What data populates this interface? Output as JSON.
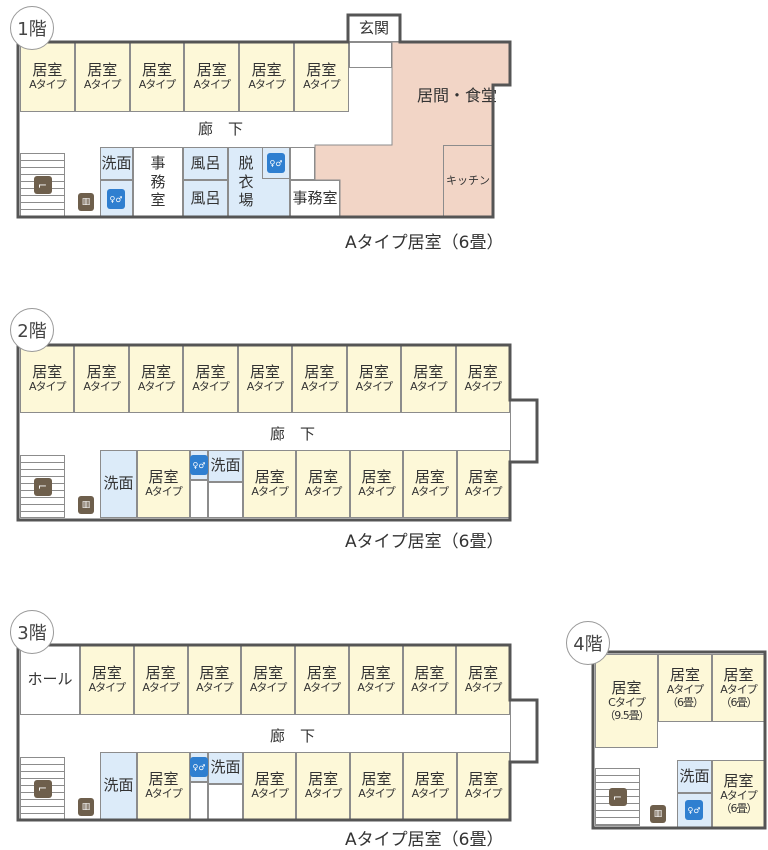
{
  "colors": {
    "room": "#fdf8d8",
    "water": "#dcebf9",
    "living": "#f2d5c6",
    "wall": "#555555",
    "toilet_icon": "#2f7fd0",
    "stairs_icon": "#6e5f4c"
  },
  "icons": {
    "stairs": "stairs-icon",
    "elevator": "elevator-icon",
    "toilet": "toilet-icon"
  },
  "floors": [
    {
      "label": "1階",
      "caption": "Aタイプ居室（6畳）",
      "corridor": "廊　下",
      "cells": [
        {
          "lines": [
            "居室",
            "Aタイプ"
          ]
        },
        {
          "lines": [
            "居室",
            "Aタイプ"
          ]
        },
        {
          "lines": [
            "居室",
            "Aタイプ"
          ]
        },
        {
          "lines": [
            "居室",
            "Aタイプ"
          ]
        },
        {
          "lines": [
            "居室",
            "Aタイプ"
          ]
        },
        {
          "lines": [
            "居室",
            "Aタイプ"
          ]
        },
        {
          "lines": [
            "玄関"
          ]
        },
        {
          "lines": [
            "キッチン"
          ]
        },
        {
          "lines": [
            "洗面"
          ]
        },
        {
          "lines": [
            "事",
            "務",
            "室"
          ]
        },
        {
          "lines": [
            "風呂"
          ]
        },
        {
          "lines": [
            "風呂"
          ]
        },
        {
          "lines": [
            "脱",
            "衣",
            "場"
          ]
        },
        {
          "lines": [
            "事務室"
          ]
        }
      ],
      "living": "居間・食堂"
    },
    {
      "label": "2階",
      "caption": "Aタイプ居室（6畳）",
      "corridor": "廊　下",
      "cells": [
        {
          "lines": [
            "居室",
            "Aタイプ"
          ]
        },
        {
          "lines": [
            "居室",
            "Aタイプ"
          ]
        },
        {
          "lines": [
            "居室",
            "Aタイプ"
          ]
        },
        {
          "lines": [
            "居室",
            "Aタイプ"
          ]
        },
        {
          "lines": [
            "居室",
            "Aタイプ"
          ]
        },
        {
          "lines": [
            "居室",
            "Aタイプ"
          ]
        },
        {
          "lines": [
            "居室",
            "Aタイプ"
          ]
        },
        {
          "lines": [
            "居室",
            "Aタイプ"
          ]
        },
        {
          "lines": [
            "居室",
            "Aタイプ"
          ]
        },
        {
          "lines": [
            "洗面"
          ]
        },
        {
          "lines": [
            "居室",
            "Aタイプ"
          ]
        },
        {
          "lines": [
            "洗面"
          ]
        },
        {
          "lines": [
            "居室",
            "Aタイプ"
          ]
        },
        {
          "lines": [
            "居室",
            "Aタイプ"
          ]
        },
        {
          "lines": [
            "居室",
            "Aタイプ"
          ]
        },
        {
          "lines": [
            "居室",
            "Aタイプ"
          ]
        },
        {
          "lines": [
            "居室",
            "Aタイプ"
          ]
        }
      ]
    },
    {
      "label": "3階",
      "caption": "Aタイプ居室（6畳）",
      "corridor": "廊　下",
      "cells": [
        {
          "lines": [
            "ホール"
          ]
        },
        {
          "lines": [
            "居室",
            "Aタイプ"
          ]
        },
        {
          "lines": [
            "居室",
            "Aタイプ"
          ]
        },
        {
          "lines": [
            "居室",
            "Aタイプ"
          ]
        },
        {
          "lines": [
            "居室",
            "Aタイプ"
          ]
        },
        {
          "lines": [
            "居室",
            "Aタイプ"
          ]
        },
        {
          "lines": [
            "居室",
            "Aタイプ"
          ]
        },
        {
          "lines": [
            "居室",
            "Aタイプ"
          ]
        },
        {
          "lines": [
            "居室",
            "Aタイプ"
          ]
        },
        {
          "lines": [
            "洗面"
          ]
        },
        {
          "lines": [
            "居室",
            "Aタイプ"
          ]
        },
        {
          "lines": [
            "洗面"
          ]
        },
        {
          "lines": [
            "居室",
            "Aタイプ"
          ]
        },
        {
          "lines": [
            "居室",
            "Aタイプ"
          ]
        },
        {
          "lines": [
            "居室",
            "Aタイプ"
          ]
        },
        {
          "lines": [
            "居室",
            "Aタイプ"
          ]
        },
        {
          "lines": [
            "居室",
            "Aタイプ"
          ]
        }
      ]
    },
    {
      "label": "4階",
      "cells": [
        {
          "lines": [
            "居室",
            "Cタイプ",
            "（9.5畳）"
          ]
        },
        {
          "lines": [
            "居室",
            "Aタイプ",
            "（6畳）"
          ]
        },
        {
          "lines": [
            "居室",
            "Aタイプ",
            "（6畳）"
          ]
        },
        {
          "lines": [
            "洗面"
          ]
        },
        {
          "lines": [
            "居室",
            "Aタイプ",
            "（6畳）"
          ]
        }
      ]
    }
  ]
}
